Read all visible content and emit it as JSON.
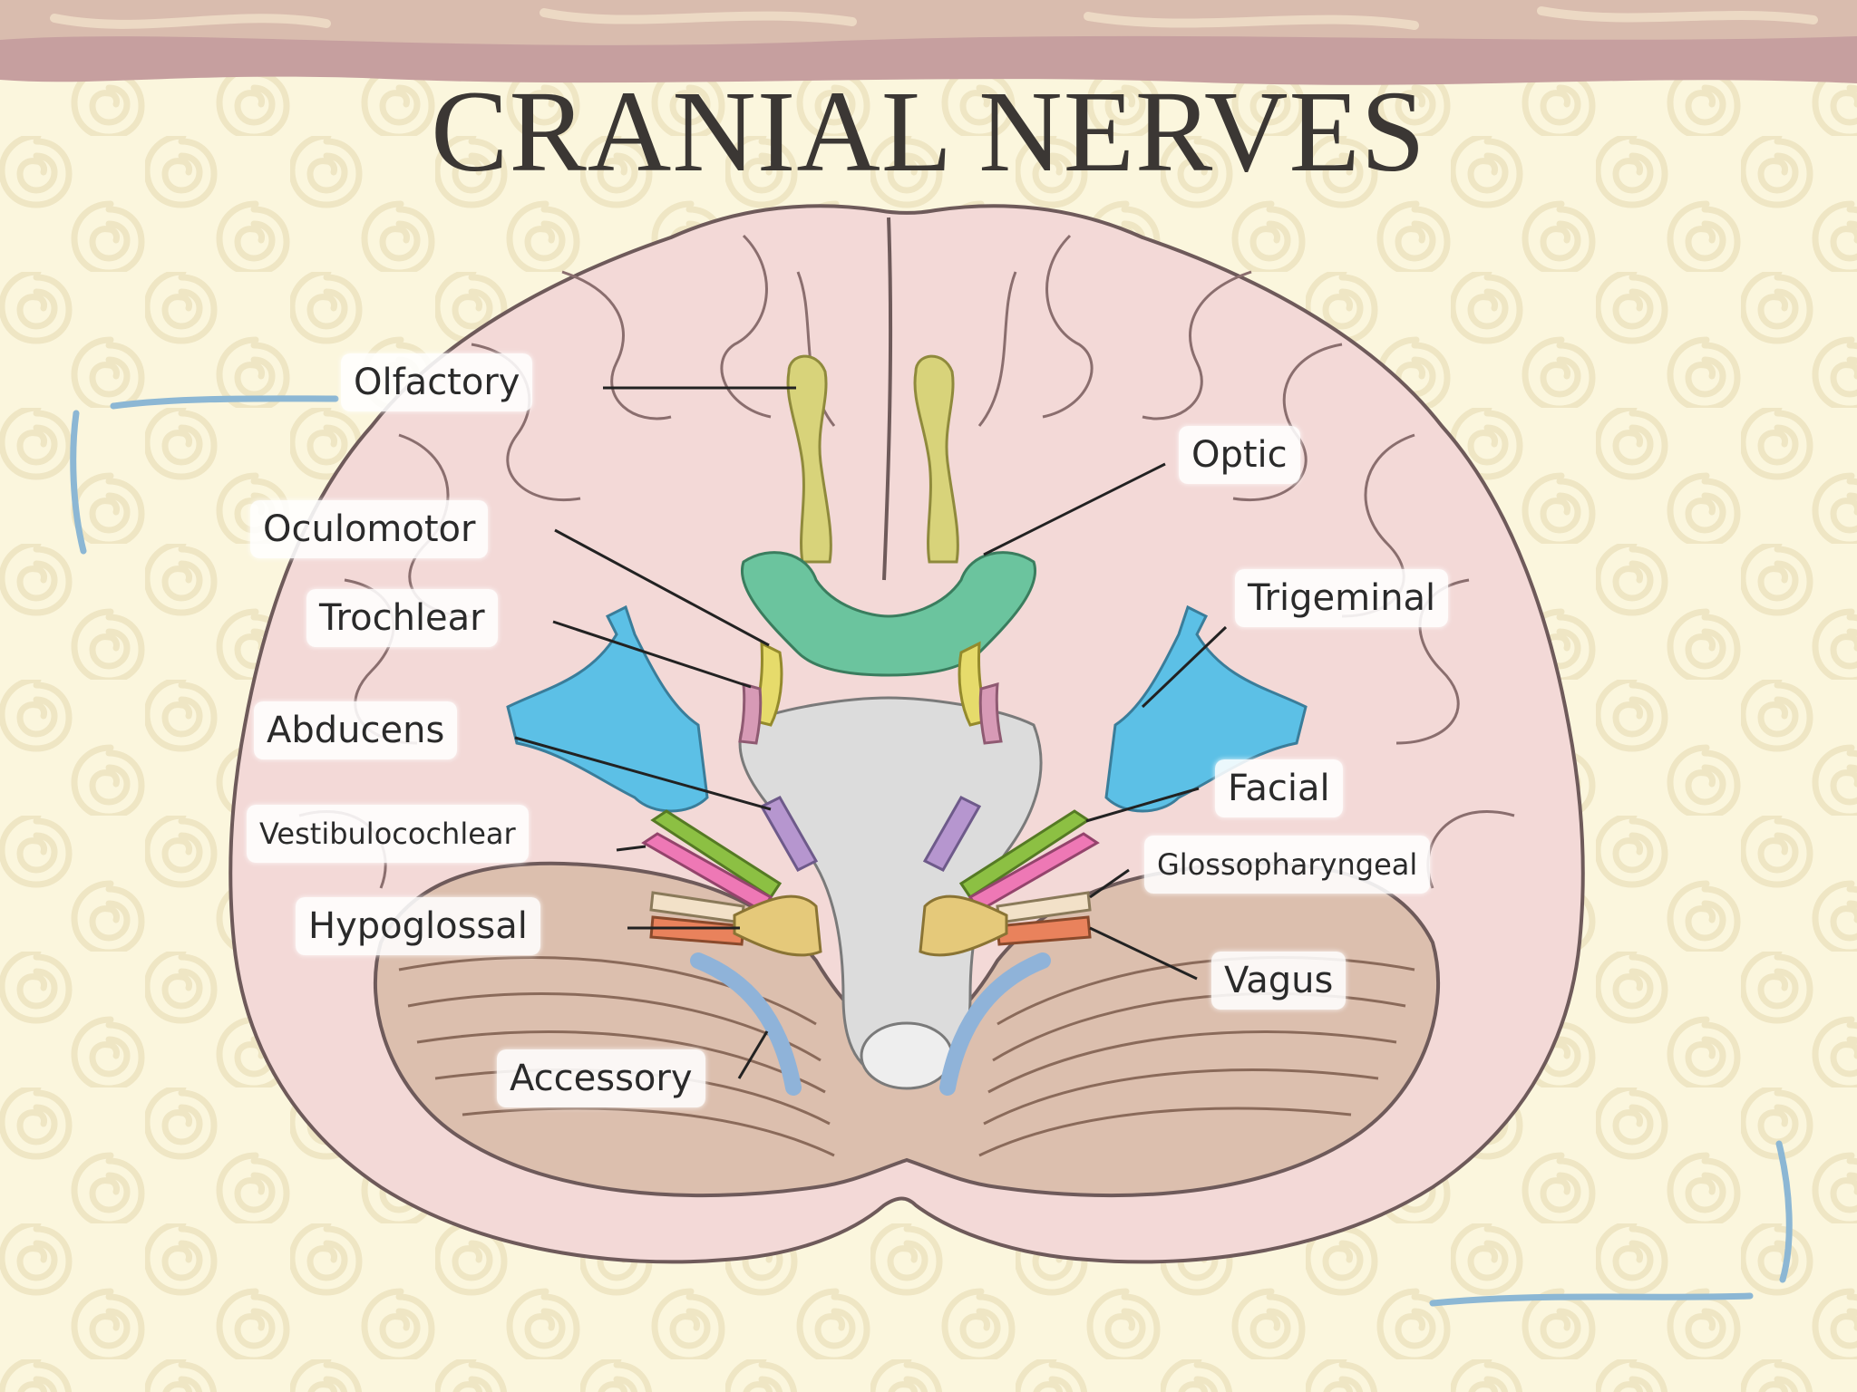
{
  "title": "CRANIAL NERVES",
  "colors": {
    "background": "#fbf6dd",
    "banner": "#c9a3a3",
    "brain": "#f3d9d7",
    "cerebellum": "#dcbfae",
    "brainstem": "#dcdcdc",
    "olfactory": "#d8d37a",
    "optic": "#6bc49e",
    "oculomotor": "#e6db6b",
    "trochlear": "#d79ab6",
    "trigeminal": "#5cc0e6",
    "abducens": "#b696cf",
    "facial": "#8cc043",
    "vestibulocochlear": "#ee78b5",
    "glossopharyngeal": "#f2e1c8",
    "vagus": "#e9825c",
    "accessory": "#8fb3d9",
    "hypoglossal": "#e5c97a"
  },
  "labels": {
    "olfactory": "Olfactory",
    "optic": "Optic",
    "oculomotor": "Oculomotor",
    "trigeminal": "Trigeminal",
    "trochlear": "Trochlear",
    "abducens": "Abducens",
    "facial": "Facial",
    "vestibulocochlear": "Vestibulocochlear",
    "glossopharyngeal": "Glossopharyngeal",
    "hypoglossal": "Hypoglossal",
    "vagus": "Vagus",
    "accessory": "Accessory"
  }
}
